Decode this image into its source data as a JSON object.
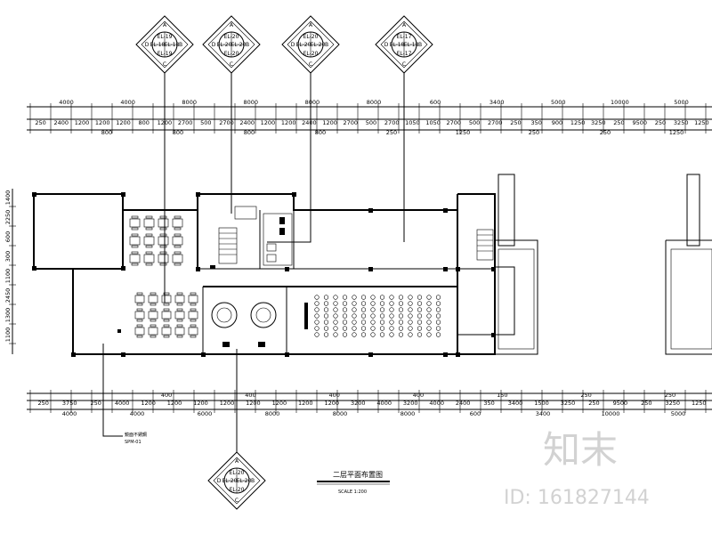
{
  "top_dims": {
    "row1": [
      "4000",
      "4000",
      "8000",
      "8000",
      "8000",
      "8000",
      "600",
      "3400",
      "5000",
      "10000",
      "5000"
    ],
    "row2": [
      "250",
      "2400",
      "1200",
      "1200",
      "1200",
      "800",
      "1200",
      "2700",
      "500",
      "2700",
      "2400",
      "1200",
      "1200",
      "2400",
      "1200",
      "2700",
      "500",
      "2700",
      "1050",
      "1050",
      "2700",
      "500",
      "2700",
      "250",
      "350",
      "900",
      "1250",
      "3250",
      "250",
      "9500",
      "250",
      "3250",
      "1250"
    ],
    "row3": [
      "800",
      "800",
      "800",
      "800",
      "250",
      "1250",
      "250",
      "250",
      "1250"
    ]
  },
  "bottom_dims": {
    "row1": [
      "250",
      "3750",
      "250",
      "4000",
      "1200",
      "1200",
      "1200",
      "1200",
      "1200",
      "1200",
      "1200",
      "1200",
      "3200",
      "4000",
      "3200",
      "4000",
      "2400",
      "350",
      "3400",
      "1500",
      "3250",
      "250",
      "9500",
      "250",
      "3250",
      "1250"
    ],
    "row2": [
      "400",
      "400",
      "400",
      "400",
      "150",
      "250",
      "250"
    ],
    "row3": [
      "4000",
      "4000",
      "6000",
      "8000",
      "8000",
      "8000",
      "600",
      "3400",
      "10000",
      "5000"
    ]
  },
  "left_dims": [
    "1400",
    "2250",
    "600",
    "300",
    "1100",
    "2450",
    "1300",
    "1100"
  ],
  "markers": [
    {
      "a": "A",
      "b": "B",
      "c": "C",
      "d": "D",
      "l1": "EL-19",
      "l2": "EL-18",
      "l3": "EL-19",
      "l4": "EL-18"
    },
    {
      "a": "A",
      "b": "B",
      "c": "C",
      "d": "D",
      "l1": "EL-20",
      "l2": "EL-20",
      "l3": "EL-20",
      "l4": "EL-20"
    },
    {
      "a": "A",
      "b": "B",
      "c": "C",
      "d": "D",
      "l1": "EL-20",
      "l2": "EL-20",
      "l3": "EL-20",
      "l4": "EL-20"
    },
    {
      "a": "A",
      "b": "B",
      "c": "C",
      "d": "D",
      "l1": "EL-17",
      "l2": "EL-18",
      "l3": "EL-17",
      "l4": "EL-18"
    },
    {
      "a": "A",
      "b": "B",
      "c": "C",
      "d": "D",
      "l1": "EL-20",
      "l2": "EL-20",
      "l3": "EL-20",
      "l4": "EL-20"
    }
  ],
  "callout": {
    "line1": "鏡面不銹鋼",
    "line2": "SPM-01"
  },
  "title": {
    "main": "二层平面布置图",
    "scale": "SCALE 1:200"
  },
  "watermark": {
    "brand": "知末",
    "id": "ID: 161827144"
  }
}
